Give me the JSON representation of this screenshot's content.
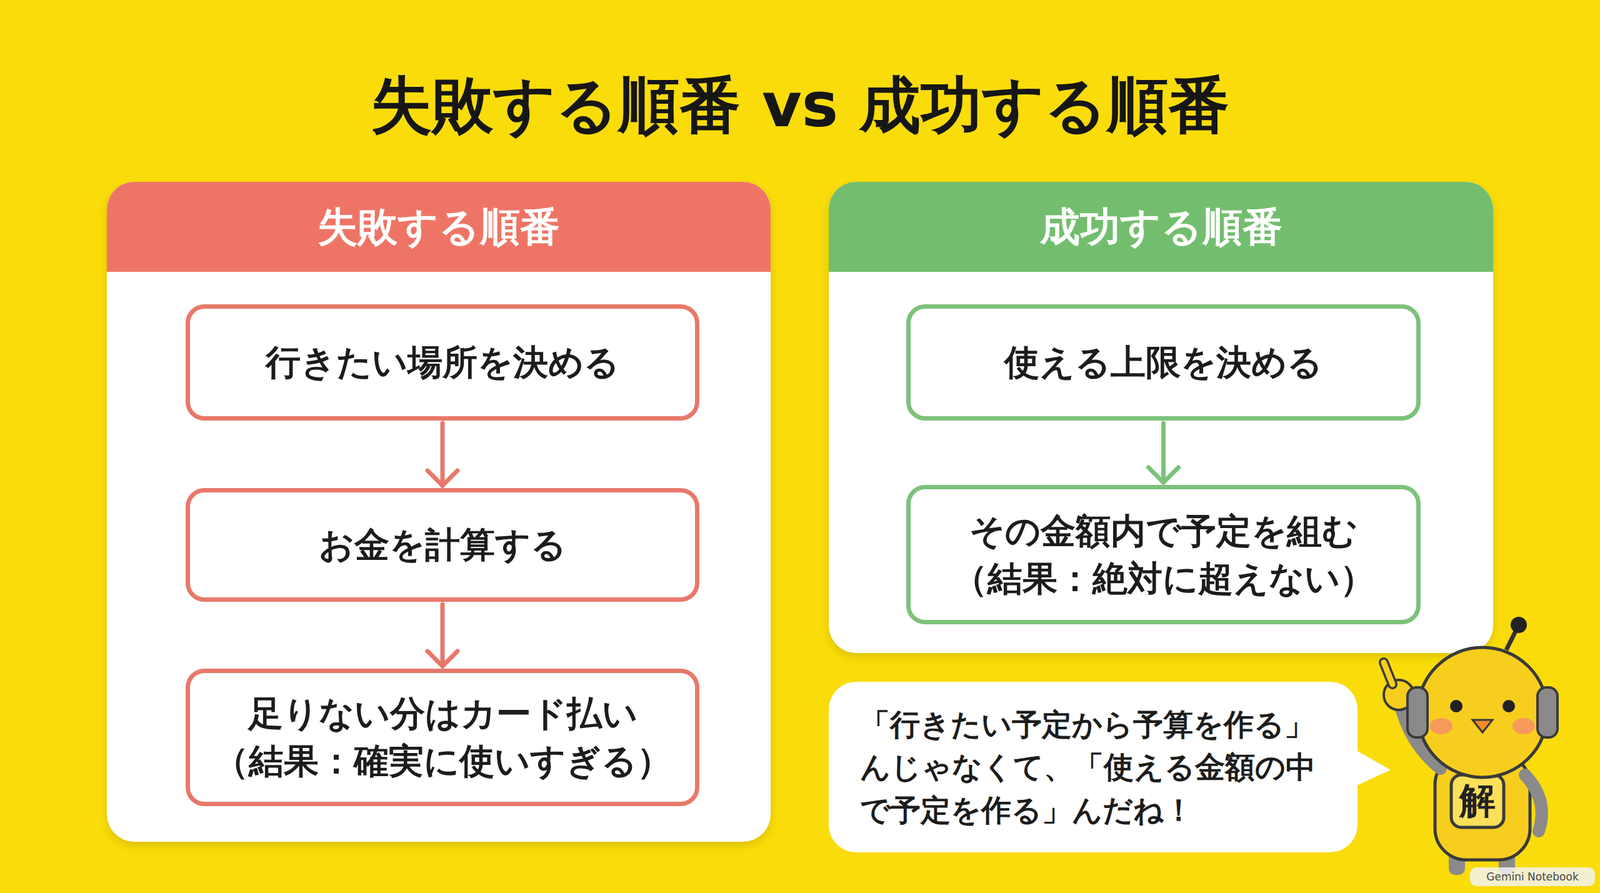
{
  "diagram": {
    "title": "失敗する順番 vs 成功する順番",
    "nodes": [
      {
        "text": [
          "失敗する順番"
        ]
      },
      {
        "text": [
          "行きたい場所を決める"
        ],
        "in": 0
      },
      {
        "text": [
          "お金を計算する"
        ],
        "in": 0
      },
      {
        "text": [
          "足りない分はカード払い",
          "（結果：確実に使いすぎる）"
        ],
        "in": 0
      },
      {
        "text": [
          "成功する順番"
        ]
      },
      {
        "text": [
          "使える上限を決める"
        ],
        "in": 4
      },
      {
        "text": [
          "その金額内で予定を組む",
          "（結果：絶対に超えない）"
        ],
        "in": 4
      },
      {
        "text": [
          "「行きたい予定から予算を作る」んじゃなくて、「使える金額の中で予定を作る」んだね！"
        ]
      }
    ],
    "edges": [
      {
        "from": 1,
        "to": 2,
        "arrow": "to"
      },
      {
        "from": 2,
        "to": 3,
        "arrow": "to"
      },
      {
        "from": 5,
        "to": 6,
        "arrow": "to"
      }
    ],
    "labels": [
      "解",
      "Gemini Notebook"
    ]
  }
}
